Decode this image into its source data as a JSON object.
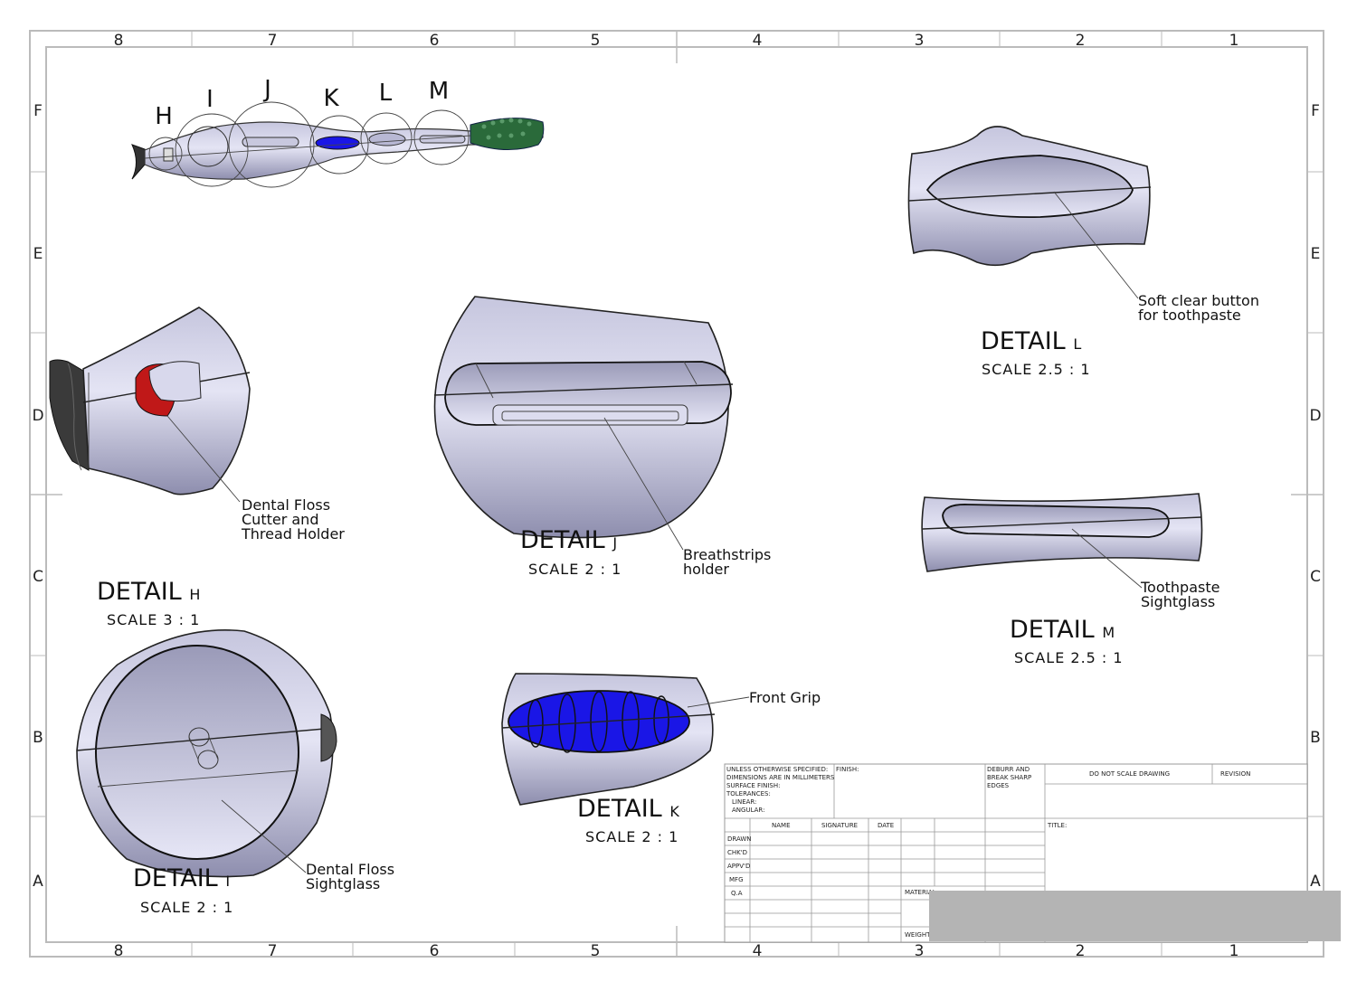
{
  "border": {
    "columns": [
      "8",
      "7",
      "6",
      "5",
      "4",
      "3",
      "2",
      "1"
    ],
    "rows": [
      "F",
      "E",
      "D",
      "C",
      "B",
      "A"
    ]
  },
  "overview_labels": [
    "H",
    "I",
    "J",
    "K",
    "L",
    "M"
  ],
  "details": {
    "H": {
      "word": "DETAIL",
      "letter": "H",
      "scale": "SCALE 3 : 1",
      "callout": [
        "Dental Floss",
        "Cutter and",
        "Thread Holder"
      ]
    },
    "J": {
      "word": "DETAIL",
      "letter": "J",
      "scale": "SCALE 2 : 1",
      "callout": [
        "Breathstrips",
        "holder"
      ]
    },
    "L": {
      "word": "DETAIL",
      "letter": "L",
      "scale": "SCALE 2.5 : 1",
      "callout": [
        "Soft clear button",
        "for toothpaste"
      ]
    },
    "M": {
      "word": "DETAIL",
      "letter": "M",
      "scale": "SCALE 2.5 : 1",
      "callout": [
        "Toothpaste",
        "Sightglass"
      ]
    },
    "I": {
      "word": "DETAIL",
      "letter": "I",
      "scale": "SCALE 2 : 1",
      "callout": [
        "Dental Floss",
        "Sightglass"
      ]
    },
    "K": {
      "word": "DETAIL",
      "letter": "K",
      "scale": "SCALE 2 : 1",
      "callout": [
        "Front Grip"
      ]
    }
  },
  "title_block": {
    "spec_lines": [
      "UNLESS OTHERWISE SPECIFIED:",
      "DIMENSIONS ARE IN MILLIMETERS",
      "SURFACE FINISH:",
      "TOLERANCES:",
      "LINEAR:",
      "ANGULAR:"
    ],
    "finish": "FINISH:",
    "deburr": [
      "DEBURR AND",
      "BREAK SHARP",
      "EDGES"
    ],
    "do_not_scale": "DO NOT SCALE DRAWING",
    "revision": "REVISION",
    "title": "TITLE:",
    "headers": [
      "NAME",
      "SIGNATURE",
      "DATE"
    ],
    "rows": [
      "DRAWN",
      "CHK'D",
      "APPV'D",
      "MFG",
      "Q.A"
    ],
    "material": "MATERIAL:",
    "weight": "WEIGHT:"
  },
  "colors": {
    "metal_light": "#dcdcf0",
    "metal_dark": "#9a9ab8",
    "grip_blue": "#1a16e6",
    "floss_red": "#c01818",
    "bristle_green": "#2a6a3a"
  }
}
